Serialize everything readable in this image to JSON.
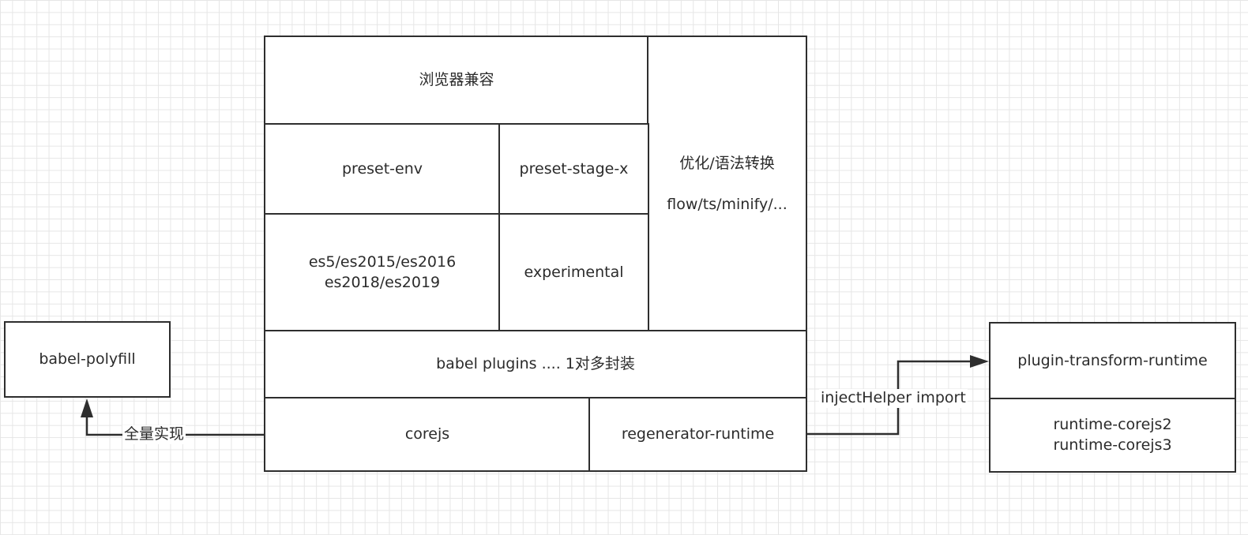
{
  "nodes": {
    "browser_compat": "浏览器兼容",
    "optimize_title": "优化/语法转换",
    "optimize_sub": "flow/ts/minify/...",
    "preset_env": "preset-env",
    "preset_stage": "preset-stage-x",
    "es_line1": "es5/es2015/es2016",
    "es_line2": "es2018/es2019",
    "experimental": "experimental",
    "babel_plugins": "babel plugins .... 1对多封装",
    "corejs": "corejs",
    "regenerator_runtime": "regenerator-runtime",
    "babel_polyfill": "babel-polyfill",
    "plugin_transform_runtime": "plugin-transform-runtime",
    "runtime_corejs2": "runtime-corejs2",
    "runtime_corejs3": "runtime-corejs3"
  },
  "edges": {
    "full_impl": "全量实现",
    "inject_helper": "injectHelper import"
  },
  "colors": {
    "line": "#2e2e2e",
    "grid": "#e6e6e6",
    "background": "#ffffff"
  }
}
